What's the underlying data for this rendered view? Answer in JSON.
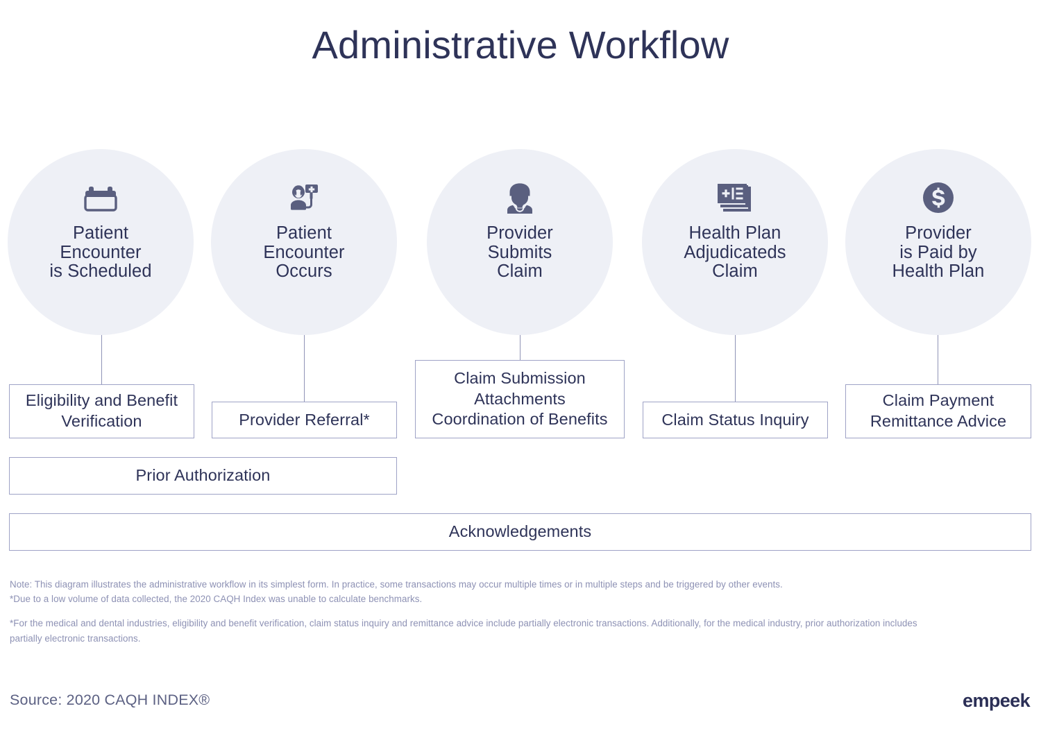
{
  "title": "Administrative Workflow",
  "colors": {
    "circle_fill": "#eef0f6",
    "navy_text": "#2e3358",
    "icon_slate": "#5a5f7f",
    "box_border": "#9ea2c6",
    "footnote_text": "#8d91b4",
    "logo": "#2b2f56"
  },
  "stages": [
    {
      "icon": "calendar-icon",
      "label": "Patient\nEncounter\nis Scheduled"
    },
    {
      "icon": "patient-iv-icon",
      "label": "Patient\nEncounter\nOccurs"
    },
    {
      "icon": "doctor-icon",
      "label": "Provider\nSubmits\nClaim"
    },
    {
      "icon": "medical-records-icon",
      "label": "Health Plan\nAdjudicateds\nClaim"
    },
    {
      "icon": "dollar-coin-icon",
      "label": "Provider\nis Paid by\nHealth Plan"
    }
  ],
  "transaction_boxes": [
    {
      "label": "Eligibility and Benefit\nVerification"
    },
    {
      "label": "Provider Referral*"
    },
    {
      "label": "Claim Submission\nAttachments\nCoordination of Benefits"
    },
    {
      "label": "Claim Status Inquiry"
    },
    {
      "label": "Claim Payment\nRemittance Advice"
    }
  ],
  "span_boxes": [
    {
      "label": "Prior Authorization"
    },
    {
      "label": "Acknowledgements"
    }
  ],
  "footnotes": {
    "note_line_1": "Note: This diagram illustrates the administrative workflow in its simplest form. In practice, some transactions may occur multiple times or in multiple steps and be triggered by other events.",
    "note_line_2": "*Due to a low volume of data collected, the 2020 CAQH Index was unable to calculate benchmarks.",
    "note_line_3": "*For the medical and dental industries, eligibility and benefit verification, claim status inquiry and remittance advice include partially electronic transactions. Additionally, for the medical industry, prior authorization includes partially electronic transactions."
  },
  "footer": {
    "source": "Source: 2020 CAQH INDEX®",
    "logo": "empeek"
  }
}
